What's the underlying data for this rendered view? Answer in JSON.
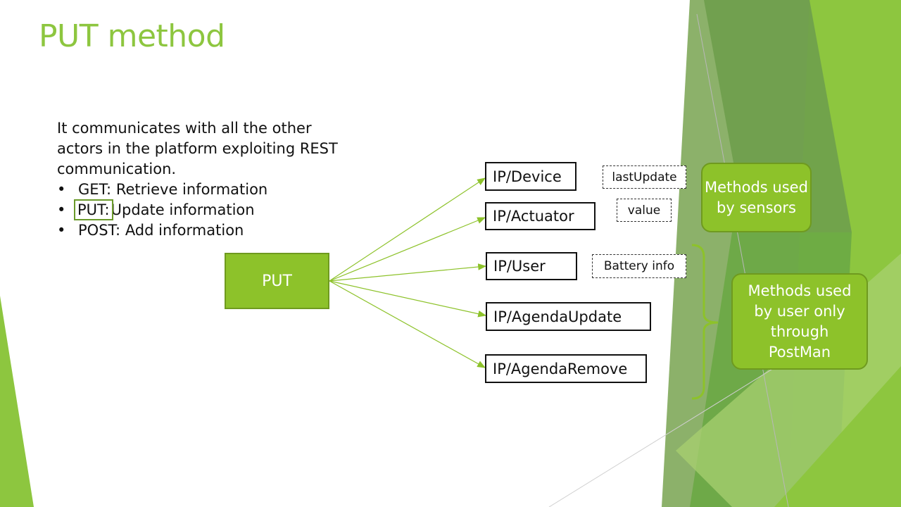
{
  "slide": {
    "title": "PUT method",
    "intro": "It communicates with all the other actors in the platform exploiting REST communication.",
    "bullets": [
      {
        "method": "GET:",
        "text": "Retrieve information"
      },
      {
        "method": "PUT:",
        "text": "Update information"
      },
      {
        "method": "POST:",
        "text": "Add information"
      }
    ]
  },
  "diagram": {
    "source_label": "PUT",
    "endpoints": [
      "IP/Device",
      "IP/Actuator",
      "IP/User",
      "IP/AgendaUpdate",
      "IP/AgendaRemove"
    ],
    "notes": [
      "lastUpdate",
      "value",
      "Battery info"
    ],
    "callouts": [
      "Methods used by sensors",
      "Methods used by user only through PostMan"
    ]
  },
  "colors": {
    "accent": "#8dc63f",
    "box_fill": "#8dc22a",
    "box_border": "#6f9a1f",
    "arrow": "#8dc22a"
  }
}
